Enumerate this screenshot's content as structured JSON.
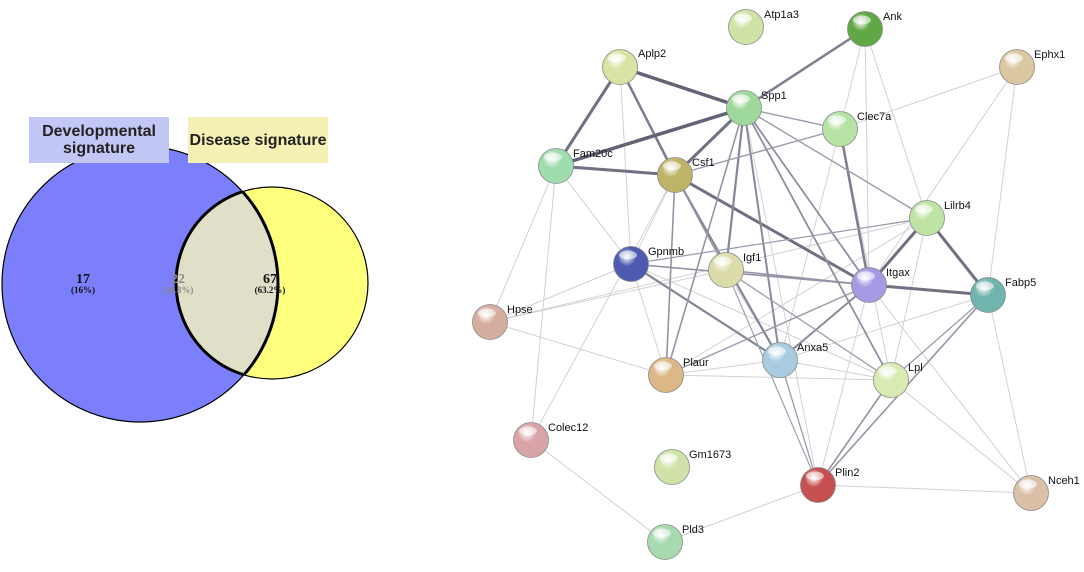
{
  "venn": {
    "left_label": "Developmental signature",
    "right_label": "Disease signature",
    "left_color": "#7b7ffb",
    "right_color": "#ffff7e",
    "overlap_color": "#e0dfc8",
    "left": {
      "count": "17",
      "percent": "(16%)"
    },
    "overlap": {
      "count": "22",
      "percent": "(20.8%)"
    },
    "right": {
      "count": "67",
      "percent": "(63.2%)"
    }
  },
  "network": {
    "nodes": [
      {
        "id": "Atp1a3",
        "color": "#cfe3a4"
      },
      {
        "id": "Ank",
        "color": "#5fa845"
      },
      {
        "id": "Aplp2",
        "color": "#d7e4a4"
      },
      {
        "id": "Ephx1",
        "color": "#dcc8a0"
      },
      {
        "id": "Spp1",
        "color": "#9fd89b"
      },
      {
        "id": "Clec7a",
        "color": "#b6e2a4"
      },
      {
        "id": "Fam20c",
        "color": "#9fdcae"
      },
      {
        "id": "Csf1",
        "color": "#bfb466"
      },
      {
        "id": "Lilrb4",
        "color": "#bfe3a3"
      },
      {
        "id": "Gpnmb",
        "color": "#4d5ab0"
      },
      {
        "id": "Igf1",
        "color": "#dcdcaa"
      },
      {
        "id": "Itgax",
        "color": "#a59ae4"
      },
      {
        "id": "Fabp5",
        "color": "#6fb5ae"
      },
      {
        "id": "Hpse",
        "color": "#d6aea0"
      },
      {
        "id": "Anxa5",
        "color": "#a8cbe0"
      },
      {
        "id": "Plaur",
        "color": "#dcb886"
      },
      {
        "id": "Lpl",
        "color": "#d9eab2"
      },
      {
        "id": "Colec12",
        "color": "#d9a4a8"
      },
      {
        "id": "Gm1673",
        "color": "#cfe3a8"
      },
      {
        "id": "Plin2",
        "color": "#c65050"
      },
      {
        "id": "Nceh1",
        "color": "#d9c0a6"
      },
      {
        "id": "Pld3",
        "color": "#a8dab0"
      }
    ]
  }
}
